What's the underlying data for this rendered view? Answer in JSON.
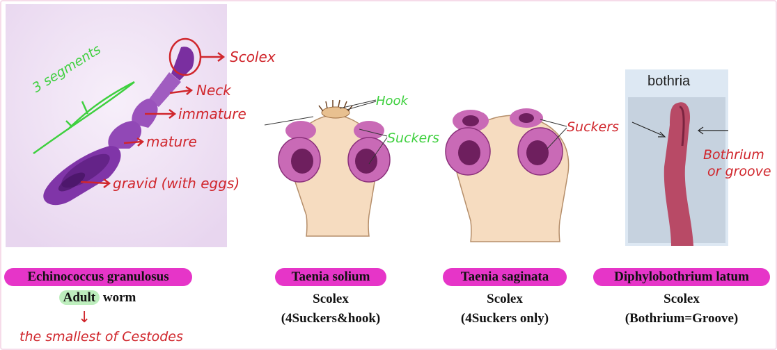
{
  "echinococcus": {
    "labels": {
      "scolex": "Scolex",
      "neck": "Neck",
      "immature": "immature",
      "mature": "mature",
      "gravid": "gravid (with eggs)",
      "segments": "3 segments"
    },
    "title": "Echinococcus granulosus",
    "caption_highlight": "Adult",
    "caption_rest": " worm",
    "arrow": "↓",
    "note": "the smallest of Cestodes"
  },
  "taenia_solium": {
    "labels": {
      "hook": "Hook",
      "suckers": "Suckers"
    },
    "title": "Taenia solium",
    "line1": "Scolex",
    "line2": "(4Suckers&hook)"
  },
  "taenia_saginata": {
    "labels": {
      "suckers": "Suckers"
    },
    "title": "Taenia saginata",
    "line1": "Scolex",
    "line2": "(4Suckers only)"
  },
  "diphyllobothrium": {
    "labels": {
      "bothria": "bothria",
      "bothrium": "Bothrium",
      "groove": "or groove"
    },
    "title": "Diphylobothrium latum",
    "line1": "Scolex",
    "line2": "(Bothrium=Groove)"
  },
  "colors": {
    "pill": "#e635c8",
    "annotation_red": "#d0262c",
    "annotation_green": "#3ed03e",
    "worm_purple": "#8e3fb0",
    "sucker_pink": "#c96ab6"
  }
}
